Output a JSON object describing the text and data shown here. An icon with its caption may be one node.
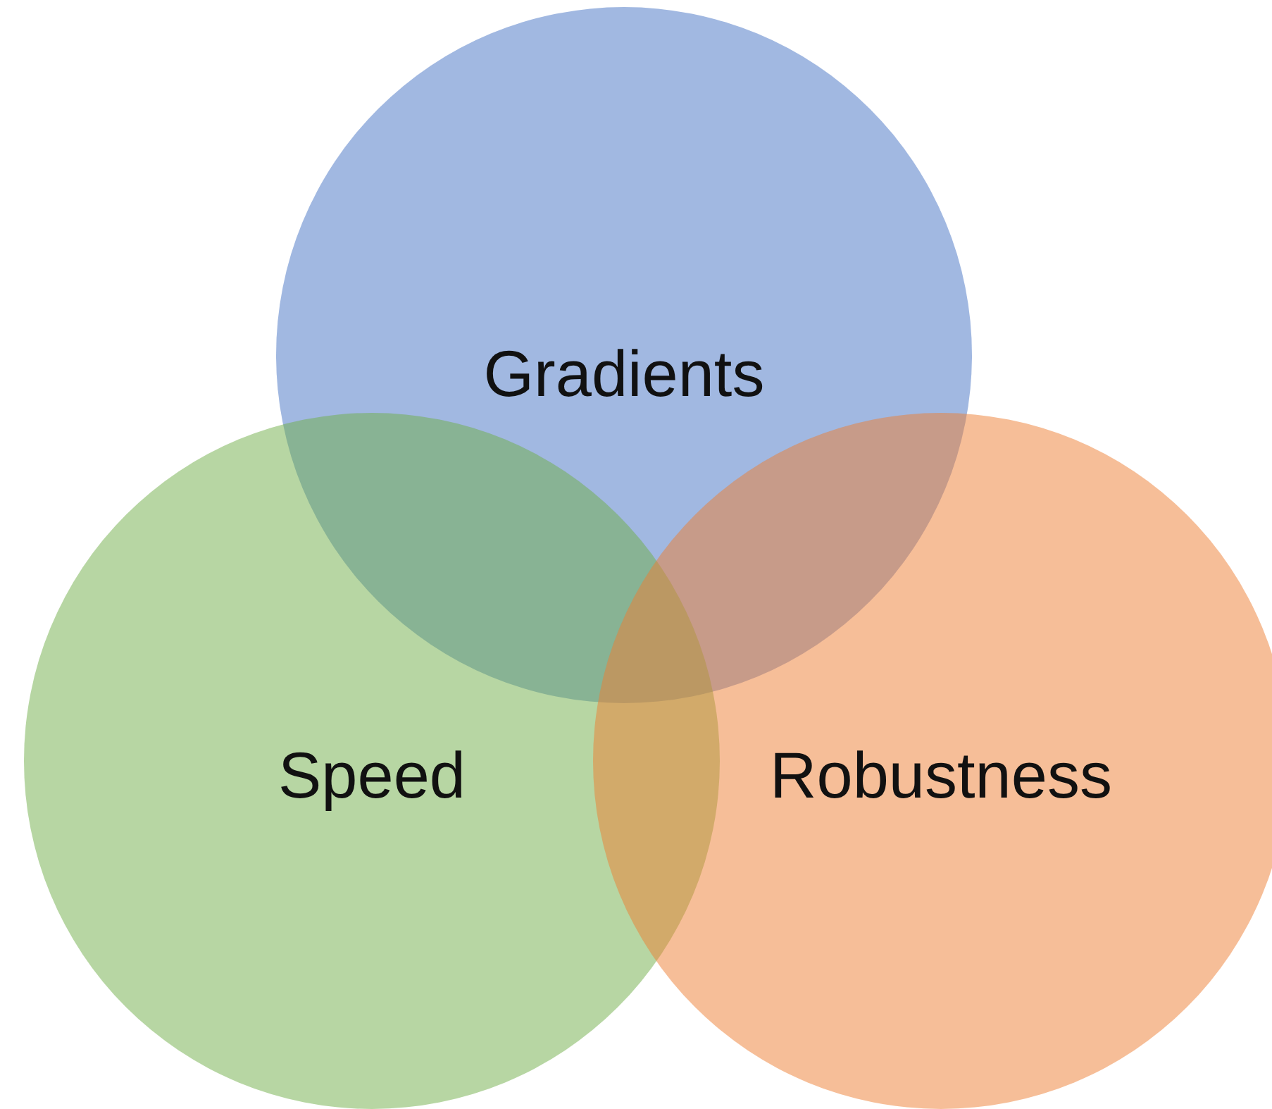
{
  "diagram": {
    "nodes": [
      {
        "text": [
          "Gradients"
        ]
      },
      {
        "text": [
          "Speed"
        ]
      },
      {
        "text": [
          "Robustness"
        ]
      }
    ]
  }
}
